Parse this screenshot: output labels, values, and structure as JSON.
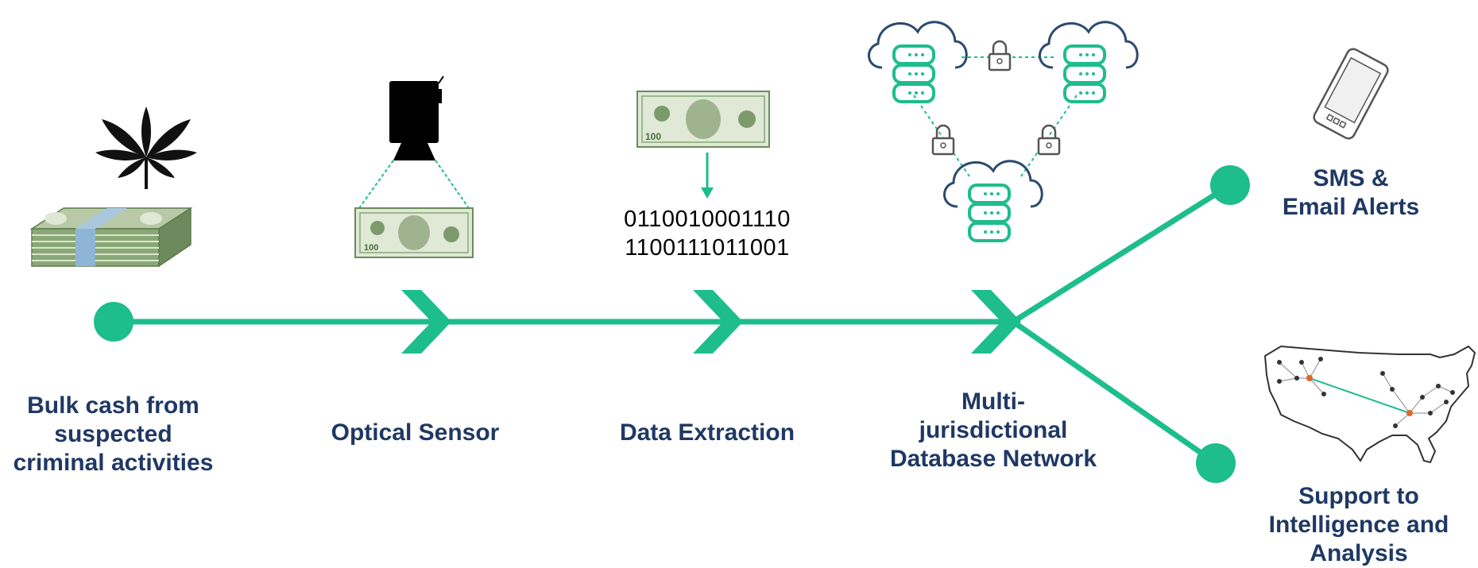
{
  "stages": {
    "bulk_cash": {
      "label_lines": [
        "Bulk cash from",
        "suspected",
        "criminal activities"
      ]
    },
    "optical_sensor": {
      "label": "Optical Sensor"
    },
    "data_extraction": {
      "label": "Data Extraction",
      "binary_lines": [
        "0110010001110",
        "1100111011001"
      ]
    },
    "database_network": {
      "label_lines": [
        "Multi-",
        "jurisdictional",
        "Database Network"
      ]
    }
  },
  "outputs": {
    "alerts": {
      "label_lines": [
        "SMS &",
        "Email Alerts"
      ]
    },
    "intelligence": {
      "label_lines": [
        "Support to",
        "Intelligence and",
        "Analysis"
      ]
    }
  },
  "colors": {
    "accent_green": "#1dbd8c",
    "label_navy": "#1f3864",
    "cash_green": "#8aa876",
    "cloud_blue": "#2c4a6e",
    "lock_gray": "#555555",
    "map_orange": "#e0662a"
  },
  "icons": [
    "cannabis-leaf-icon",
    "cash-bundle-icon",
    "camera-icon",
    "banknote-icon",
    "cloud-database-icon",
    "padlock-icon",
    "smartphone-icon",
    "us-map-icon"
  ]
}
